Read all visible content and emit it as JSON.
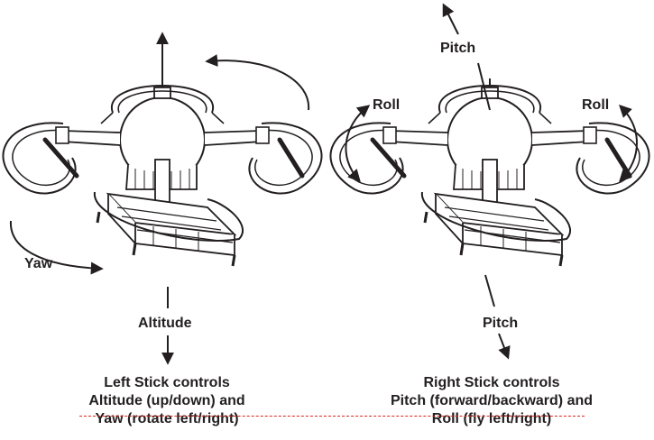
{
  "colors": {
    "ink": "#231f20",
    "reference_line": "#d9261c",
    "background": "#ffffff"
  },
  "left_panel": {
    "drone_icon": "drone-with-lander-icon",
    "labels": {
      "yaw": "Yaw",
      "altitude": "Altitude"
    },
    "caption": {
      "line1": "Left Stick controls",
      "line2": "Altitude (up/down) and",
      "line3": "Yaw (rotate left/right)"
    }
  },
  "right_panel": {
    "drone_icon": "drone-with-lander-icon",
    "labels": {
      "pitch_top": "Pitch",
      "roll_left": "Roll",
      "roll_right": "Roll",
      "pitch_bottom": "Pitch"
    },
    "caption": {
      "line1": "Right Stick controls",
      "line2": "Pitch (forward/backward) and",
      "line3": "Roll (fly left/right)"
    }
  }
}
